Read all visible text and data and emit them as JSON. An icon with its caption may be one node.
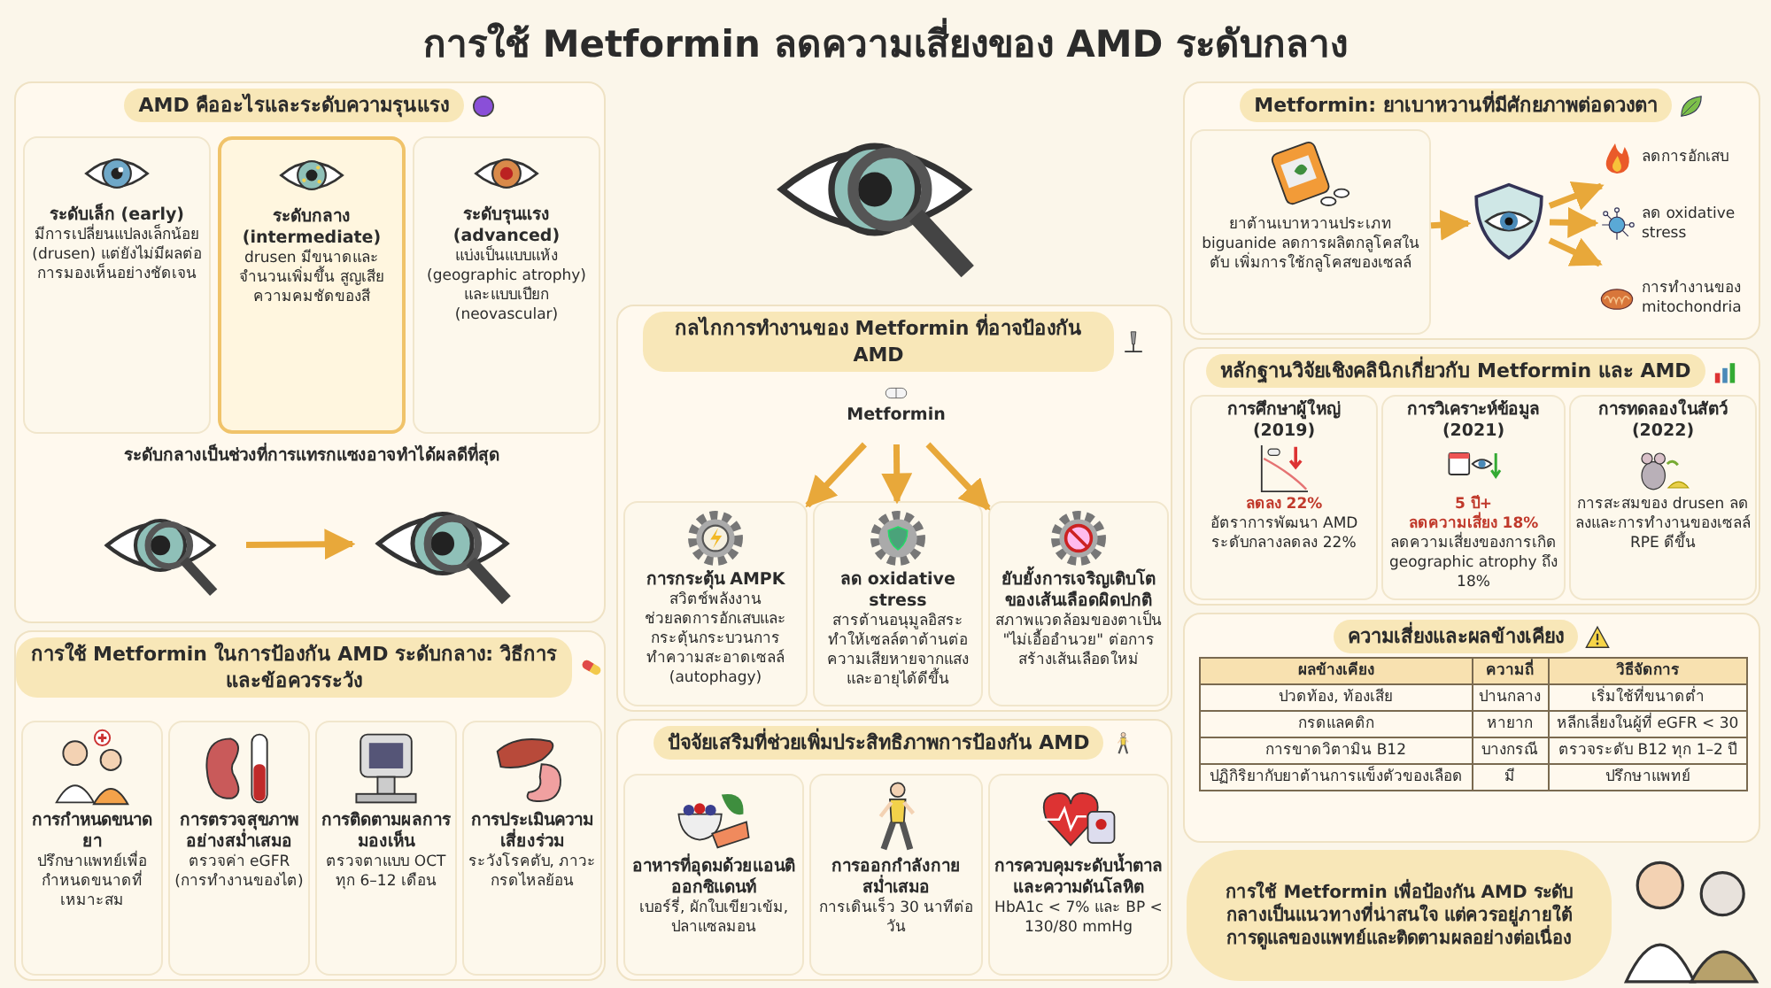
{
  "diagram": {
    "title": "การใช้ Metformin ลดความเสี่ยงของ AMD ระดับกลาง",
    "nodes": [
      {
        "text": [
          "AMD คืออะไรและระดับความรุนแรง"
        ]
      },
      {
        "text": [
          "ระดับเล็ก (early)",
          "มีการเปลี่ยนแปลงเล็กน้อย (drusen) แต่ยังไม่มีผลต่อการมองเห็นอย่างชัดเจน"
        ],
        "in": 0
      },
      {
        "text": [
          "ระดับกลาง (intermediate)",
          "drusen มีขนาดและจำนวนเพิ่มขึ้น สูญเสียความคมชัดของสี"
        ],
        "in": 0
      },
      {
        "text": [
          "ระดับรุนแรง (advanced)",
          "แบ่งเป็นแบบแห้ง (geographic atrophy) และแบบเปียก (neovascular)"
        ],
        "in": 0
      },
      {
        "text": [],
        "shape": "picture",
        "in": 0
      },
      {
        "text": [],
        "shape": "picture",
        "in": 0
      },
      {
        "text": [
          "การใช้ Metformin ในการป้องกัน AMD ระดับกลาง: วิธีการและข้อควรระวัง"
        ]
      },
      {
        "text": [
          "การกำหนดขนาดยา",
          "ปรึกษาแพทย์เพื่อกำหนดขนาดที่เหมาะสม"
        ],
        "in": 6
      },
      {
        "text": [
          "การตรวจสุขภาพอย่างสม่ำเสมอ",
          "ตรวจค่า eGFR (การทำงานของไต)"
        ],
        "in": 6
      },
      {
        "text": [
          "การติดตามผลการมองเห็น",
          "ตรวจตาแบบ OCT ทุก 6–12 เดือน"
        ],
        "in": 6
      },
      {
        "text": [
          "การประเมินความเสี่ยงร่วม",
          "ระวังโรคตับ, ภาวะกรดไหลย้อน"
        ],
        "in": 6
      },
      {
        "text": [
          "กลไกการทำงานของ Metformin ที่อาจป้องกัน AMD"
        ]
      },
      {
        "text": [
          "Metformin"
        ],
        "in": 11
      },
      {
        "text": [
          "การกระตุ้น AMPK",
          "สวิตช์พลังงาน",
          "ช่วยลดการอักเสบและกระตุ้นกระบวนการทำความสะอาดเซลล์ (autophagy)"
        ],
        "in": 11
      },
      {
        "text": [
          "ลด oxidative stress",
          "สารต้านอนุมูลอิสระ",
          "ทำให้เซลล์ตาต้านต่อความเสียหายจากแสงและอายุได้ดีขึ้น"
        ],
        "in": 11
      },
      {
        "text": [
          "ยับยั้งการเจริญเติบโตของเส้นเลือดผิดปกติ",
          "สภาพแวดล้อมของตาเป็น \"ไม่เอื้ออำนวย\" ต่อการสร้างเส้นเลือดใหม่"
        ],
        "in": 11
      },
      {
        "text": [
          "ปัจจัยเสริมที่ช่วยเพิ่มประสิทธิภาพการป้องกัน AMD"
        ]
      },
      {
        "text": [
          "อาหารที่อุดมด้วยแอนติออกซิแดนท์",
          "เบอร์รี่, ผักใบเขียวเข้ม, ปลาแซลมอน"
        ],
        "in": 16
      },
      {
        "text": [
          "การออกกำลังกายสม่ำเสมอ",
          "การเดินเร็ว 30 นาทีต่อวัน"
        ],
        "in": 16
      },
      {
        "text": [
          "การควบคุมระดับน้ำตาลและความดันโลหิต",
          "HbA1c < 7% และ BP < 130/80 mmHg"
        ],
        "in": 16
      },
      {
        "text": [
          "Metformin: ยาเบาหวานที่มีศักยภาพต่อดวงตา"
        ]
      },
      {
        "text": [
          "ยาต้านเบาหวานประเภท biguanide ลดการผลิตกลูโคสในตับ เพิ่มการใช้กลูโคสของเซลล์"
        ],
        "in": 20
      },
      {
        "text": [],
        "shape": "picture",
        "in": 20
      },
      {
        "text": [
          "ลดการอักเสบ"
        ],
        "in": 20
      },
      {
        "text": [
          "ลด oxidative stress"
        ],
        "in": 20
      },
      {
        "text": [
          "การทำงานของ mitochondria"
        ],
        "in": 20
      },
      {
        "text": [
          "หลักฐานวิจัยเชิงคลินิกเกี่ยวกับ Metformin และ AMD"
        ]
      },
      {
        "text": [
          "การศึกษาผู้ใหญ่ (2019)",
          "ลดลง 22%",
          "อัตราการพัฒนา AMD ระดับกลางลดลง 22%"
        ],
        "in": 26
      },
      {
        "text": [
          "การวิเคราะห์ข้อมูล (2021)",
          "5 ปี+",
          "ลดความเสี่ยง 18%",
          "ลดความเสี่ยงของการเกิด geographic atrophy ถึง 18%"
        ],
        "in": 26
      },
      {
        "text": [
          "การทดลองในสัตว์ (2022)",
          "การสะสมของ drusen ลดลงและการทำงานของเซลล์ RPE ดีขึ้น"
        ],
        "in": 26
      },
      {
        "text": [
          "ความเสี่ยงและผลข้างเคียง"
        ]
      },
      {
        "text": [
          "การใช้ Metformin เพื่อป้องกัน AMD ระดับกลางเป็นแนวทางที่น่าสนใจ แต่ควรอยู่ภายใต้การดูแลของแพทย์และติดตามผลอย่างต่อเนื่อง"
        ]
      }
    ],
    "edges": [
      {
        "from": 4,
        "to": 5,
        "arrow": "to"
      },
      {
        "from": 12,
        "to": 13,
        "arrow": "to"
      },
      {
        "from": 12,
        "to": 14,
        "arrow": "to"
      },
      {
        "from": 12,
        "to": 15,
        "arrow": "to"
      },
      {
        "from": 21,
        "to": 22,
        "arrow": "to"
      },
      {
        "from": 22,
        "to": 23,
        "arrow": "to"
      },
      {
        "from": 22,
        "to": 24,
        "arrow": "to"
      },
      {
        "from": 22,
        "to": 25,
        "arrow": "to"
      }
    ],
    "labels": [
      "ระดับกลางเป็นช่วงที่การแทรกแซงอาจทำได้ผลดีที่สุด",
      "ผลข้างเคียง",
      "ความถี่",
      "วิธีจัดการ",
      "ปวดท้อง, ท้องเสีย",
      "ปานกลาง",
      "เริ่มใช้ที่ขนาดต่ำ",
      "กรดแลคติก",
      "หายาก",
      "หลีกเลี่ยงในผู้ที่ eGFR < 30",
      "การขาดวิตามิน B12",
      "บางกรณี",
      "ตรวจระดับ B12 ทุก 1–2 ปี",
      "ปฏิกิริยากับยาต้านการแข็งตัวของเลือด",
      "มี",
      "ปรึกษาแพทย์"
    ]
  }
}
